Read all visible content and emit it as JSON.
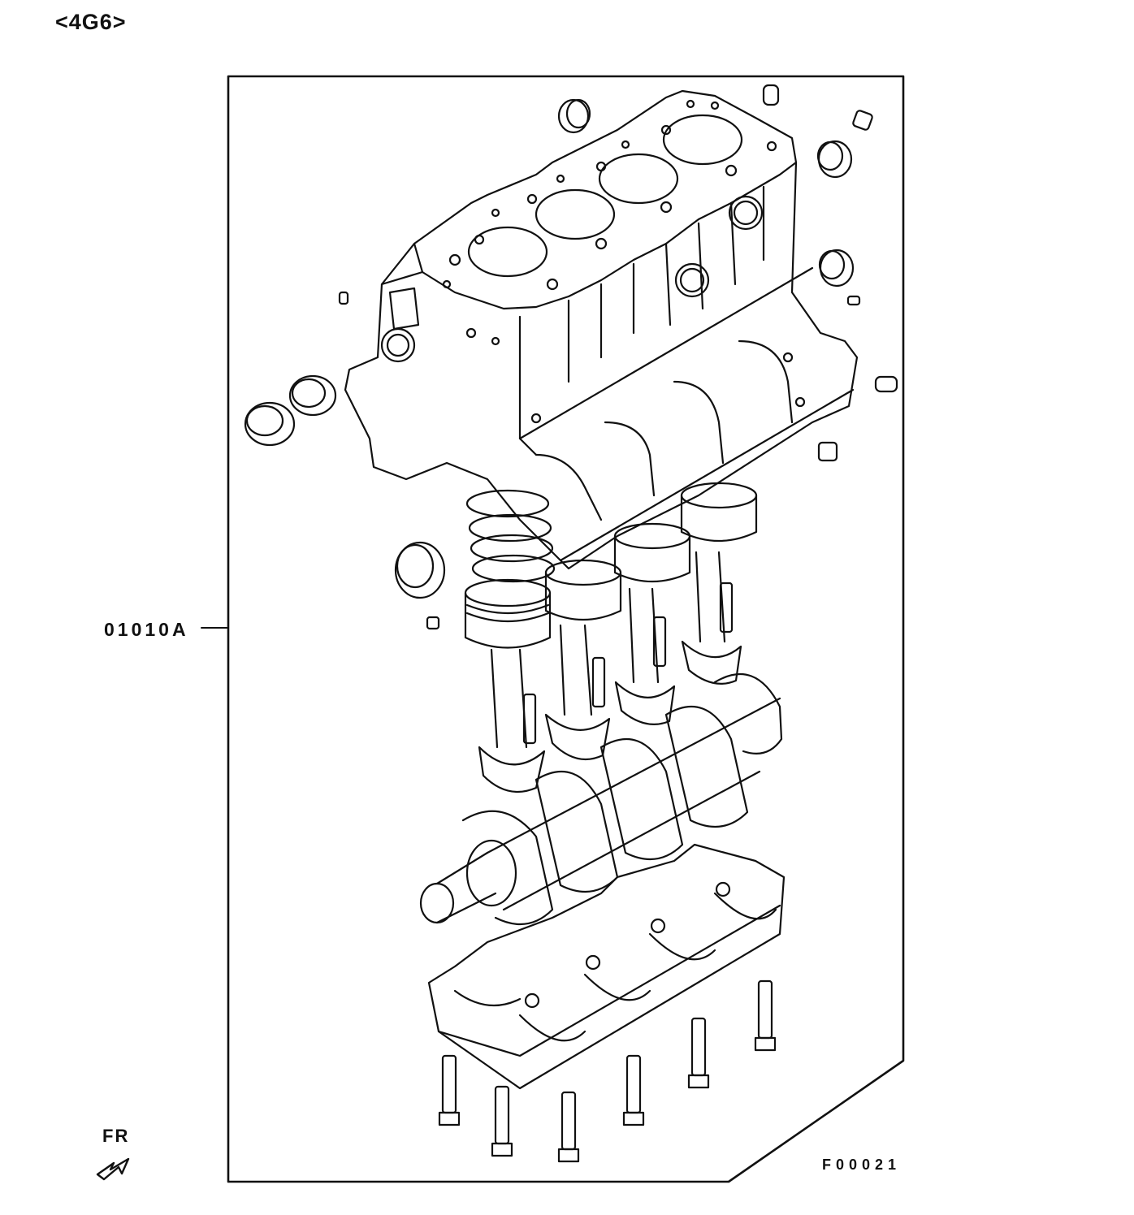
{
  "header": {
    "title": "<4G6>"
  },
  "callout": {
    "label": "01010A"
  },
  "figure": {
    "code": "F00021"
  },
  "orientation": {
    "label": "FR"
  },
  "colors": {
    "line": "#111111",
    "background": "#ffffff"
  },
  "icons": {
    "direction": "front-arrow-icon"
  }
}
